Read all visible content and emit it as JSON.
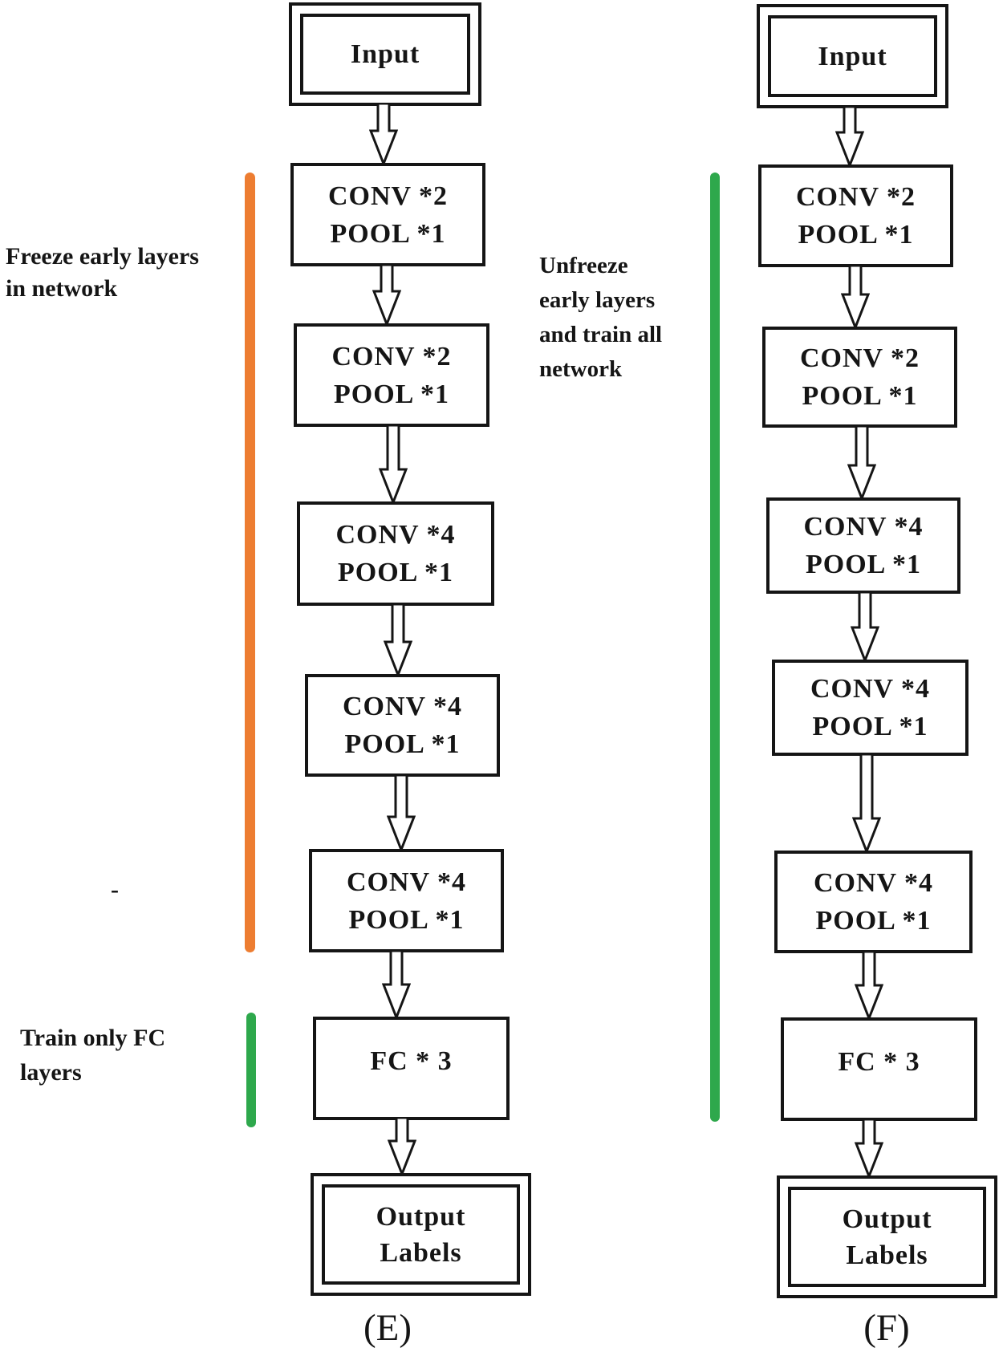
{
  "columns": [
    {
      "caption": "(E)",
      "input_label": "Input",
      "blocks": [
        {
          "line1": "CONV *2",
          "line2": "POOL *1"
        },
        {
          "line1": "CONV *2",
          "line2": "POOL *1"
        },
        {
          "line1": "CONV *4",
          "line2": "POOL *1"
        },
        {
          "line1": "CONV *4",
          "line2": "POOL *1"
        },
        {
          "line1": "CONV *4",
          "line2": "POOL *1"
        },
        {
          "line1": "FC * 3"
        }
      ],
      "output_line1": "Output",
      "output_line2": "Labels"
    },
    {
      "caption": "(F)",
      "input_label": "Input",
      "blocks": [
        {
          "line1": "CONV *2",
          "line2": "POOL *1"
        },
        {
          "line1": "CONV *2",
          "line2": "POOL *1"
        },
        {
          "line1": "CONV *4",
          "line2": "POOL *1"
        },
        {
          "line1": "CONV *4",
          "line2": "POOL *1"
        },
        {
          "line1": "CONV *4",
          "line2": "POOL *1"
        },
        {
          "line1": "FC * 3"
        }
      ],
      "output_line1": "Output",
      "output_line2": "Labels"
    }
  ],
  "annotations": {
    "freeze": {
      "line1": "Freeze early layers",
      "line2": "in network"
    },
    "train_fc": {
      "line1": "Train only FC",
      "line2": "layers"
    },
    "unfreeze": {
      "line1": "Unfreeze",
      "line2": "early layers",
      "line3": "and train all",
      "line4": "network"
    },
    "stray_dash": "-"
  },
  "colors": {
    "freeze_bar_orange": "#ED7D31",
    "train_bar_green": "#2EA84C",
    "unfreeze_bar_green": "#2EA84C",
    "line_black": "#151515"
  }
}
